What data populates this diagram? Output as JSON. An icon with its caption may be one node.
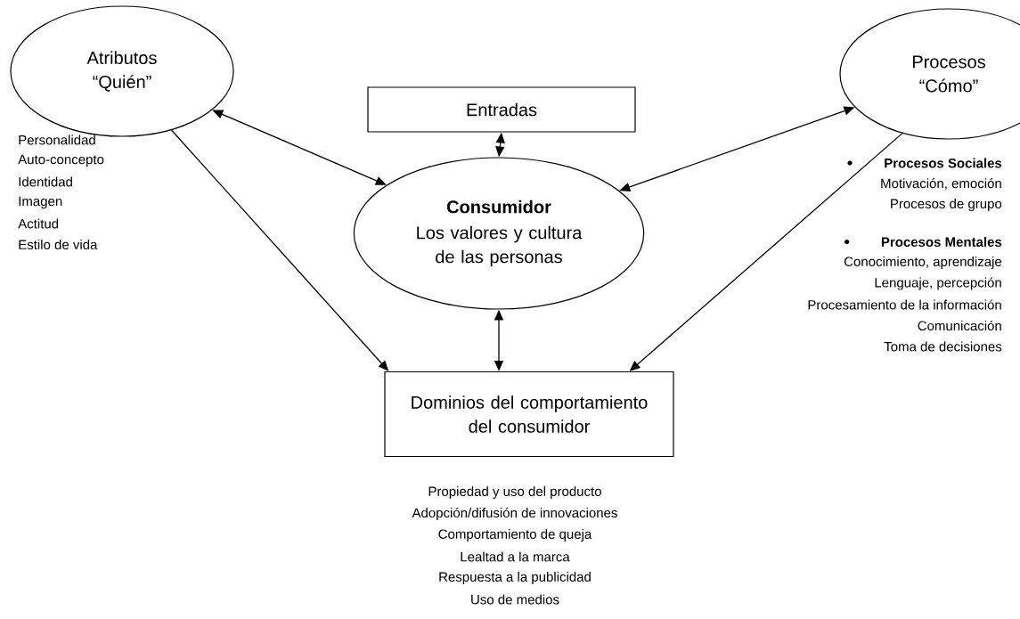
{
  "diagram": {
    "nodes": [
      {
        "text": [
          "Atributos “Quién”"
        ],
        "beside": [
          "Personalidad",
          "Auto-concepto",
          "Identidad",
          "Imagen",
          "Actitud",
          "Estilo de vida"
        ]
      },
      {
        "text": [
          "Entradas"
        ]
      },
      {
        "text": [
          "Procesos “Cómo”"
        ],
        "beside": [
          "Procesos Sociales",
          "Motivación, emoción",
          "Procesos de grupo",
          "Procesos Mentales",
          "Conocimiento, aprendizaje",
          "Lenguaje, percepción",
          "Procesamiento de la información",
          "Comunicación",
          "Toma de decisiones"
        ]
      },
      {
        "text": [
          "Consumidor",
          "Los valores y cultura de las personas"
        ]
      },
      {
        "text": [
          "Dominios del comportamiento del consumidor"
        ],
        "beside": [
          "Propiedad y uso del producto",
          "Adopción/difusión de innovaciones",
          "Comportamiento de queja",
          "Lealtad a la marca",
          "Respuesta a la publicidad",
          "Uso de medios"
        ]
      }
    ],
    "edges": [
      {
        "from": 0,
        "to": 3,
        "arrow": "both"
      },
      {
        "from": 1,
        "to": 3,
        "arrow": "both"
      },
      {
        "from": 2,
        "to": 3,
        "arrow": "both"
      },
      {
        "from": 3,
        "to": 4,
        "arrow": "both"
      },
      {
        "from": 0,
        "to": 4,
        "arrow": "to"
      },
      {
        "from": 2,
        "to": 4,
        "arrow": "to"
      }
    ]
  }
}
